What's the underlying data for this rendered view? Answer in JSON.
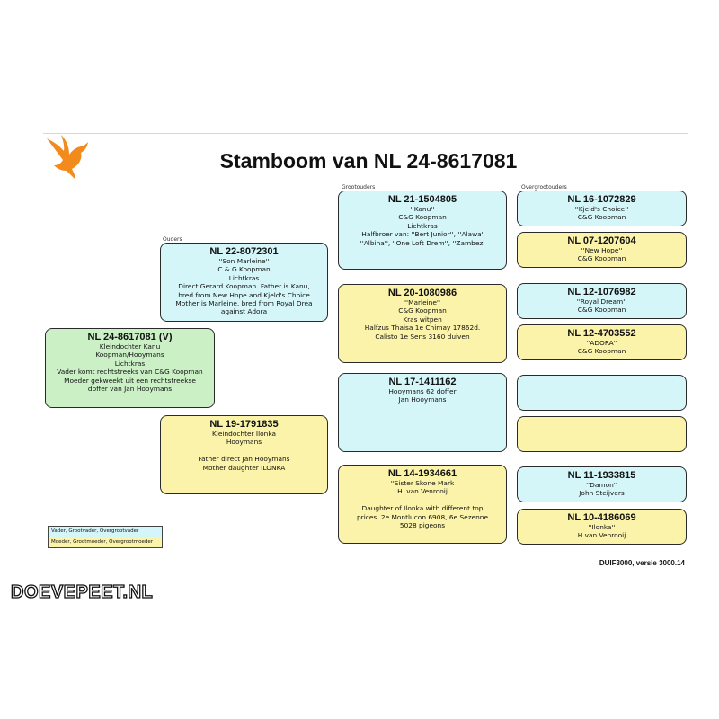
{
  "title": "Stamboom van NL 24-8617081",
  "sections": {
    "ouders": "Ouders",
    "grootouders": "Grootouders",
    "overgrootouders": "Overgrootouders"
  },
  "subject": {
    "ring": "NL 24-8617081 (V)",
    "lines": [
      "Kleindochter Kanu",
      "Koopman/Hooymans",
      "Lichtkras",
      "Vader komt rechtstreeks van C&G Koopman",
      "Moeder gekweekt uit een rechtstreekse",
      "doffer van Jan Hooymans"
    ]
  },
  "parents": {
    "father": {
      "ring": "NL 22-8072301",
      "lines": [
        "''Son Marleine''",
        "C & G Koopman",
        "Lichtkras",
        "Direct Gerard Koopman. Father is Kanu,",
        "bred from New Hope and Kjeld's Choice",
        "Mother is Marleine, bred from Royal Drea",
        "against Adora"
      ]
    },
    "mother": {
      "ring": "NL 19-1791835",
      "lines": [
        "Kleindochter Ilonka",
        "Hooymans",
        "",
        "Father direct Jan Hooymans",
        "Mother daughter ILONKA"
      ]
    }
  },
  "grandparents": [
    {
      "ring": "NL 21-1504805",
      "lines": [
        "''Kanu''",
        "C&G Koopman",
        "Lichtkras",
        "Halfbroer van: ''Bert Junior'', ''Alawa'",
        "''Albina'', ''One Loft Drem'', ''Zambezi"
      ]
    },
    {
      "ring": "NL 20-1080986",
      "lines": [
        "''Marleine''",
        "C&G Koopman",
        "Kras witpen",
        "Halfzus Thaisa 1e Chimay 17862d.",
        "Calisto 1e Sens 3160 duiven"
      ]
    },
    {
      "ring": "NL 17-1411162",
      "lines": [
        "Hooymans 62 doffer",
        "Jan Hooymans"
      ]
    },
    {
      "ring": "NL 14-1934661",
      "lines": [
        "''Sister Skone Mark",
        "H. van Venrooij",
        "",
        "Daughter of Ilonka with different top",
        "prices. 2e Montlucon 6908, 6e Sezenne",
        "5028 pigeons"
      ]
    }
  ],
  "great_grandparents": [
    {
      "ring": "NL 16-1072829",
      "lines": [
        "''Kjeld's Choice''",
        "C&G Koopman"
      ]
    },
    {
      "ring": "NL 07-1207604",
      "lines": [
        "''New Hope''",
        "C&G Koopman"
      ]
    },
    {
      "ring": "NL 12-1076982",
      "lines": [
        "''Royal Dream''",
        "C&G Koopman"
      ]
    },
    {
      "ring": "NL 12-4703552",
      "lines": [
        "''ADORA''",
        "C&G Koopman"
      ]
    },
    {
      "ring": "",
      "lines": []
    },
    {
      "ring": "",
      "lines": []
    },
    {
      "ring": "NL 11-1933815",
      "lines": [
        "''Damon''",
        "John Steijvers"
      ]
    },
    {
      "ring": "NL 10-4186069",
      "lines": [
        "''Ilonka''",
        "H van Venrooij"
      ]
    }
  ],
  "legend": {
    "male": "Vader, Grootvader, Overgrootvader",
    "female": "Moeder, Grootmoeder, Overgrootmoeder"
  },
  "footer": {
    "version": "DUIF3000, versie 3000.14",
    "watermark": "DOEVEPEET.NL"
  },
  "colors": {
    "male": "#d4f6f9",
    "female": "#fbf3a9",
    "subject": "#cbf0c6",
    "logo": "#f28a1c"
  }
}
